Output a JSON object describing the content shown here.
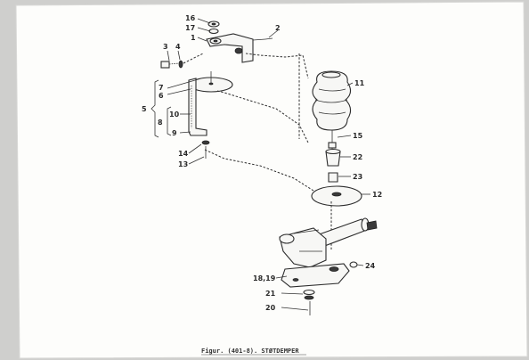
{
  "labels": {
    "l1": "1",
    "l2": "2",
    "l3": "3",
    "l4": "4",
    "l5": "5",
    "l6": "6",
    "l7": "7",
    "l8": "8",
    "l9": "9",
    "l10": "10",
    "l11": "11",
    "l12": "12",
    "l13": "13",
    "l14": "14",
    "l15": "15",
    "l16": "16",
    "l17": "17",
    "l1819": "18,19",
    "l20": "20",
    "l21": "21",
    "l22": "22",
    "l23": "23",
    "l24": "24"
  },
  "caption": "Figur. (401-8). STØTDEMPER",
  "colors": {
    "paper": "#fdfdfb",
    "ink": "#2c2c2c",
    "border": "#cfcfcd"
  }
}
